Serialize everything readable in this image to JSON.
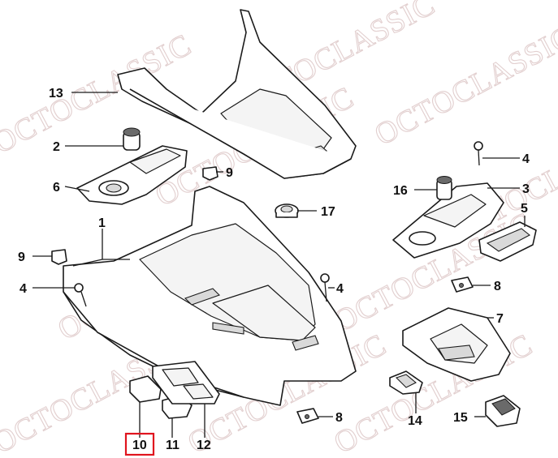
{
  "watermark": {
    "text": "OCTOCLASSIC",
    "color": "#e2cfcf"
  },
  "highlight_color": "#e0141e",
  "callouts": [
    {
      "id": "c13",
      "label": "13"
    },
    {
      "id": "c2",
      "label": "2"
    },
    {
      "id": "c6",
      "label": "6"
    },
    {
      "id": "c9a",
      "label": "9"
    },
    {
      "id": "c1",
      "label": "1"
    },
    {
      "id": "c17",
      "label": "17"
    },
    {
      "id": "c9b",
      "label": "9"
    },
    {
      "id": "c4a",
      "label": "4"
    },
    {
      "id": "c4b",
      "label": "4"
    },
    {
      "id": "c8a",
      "label": "8"
    },
    {
      "id": "c10",
      "label": "10",
      "highlighted": true
    },
    {
      "id": "c11",
      "label": "11"
    },
    {
      "id": "c12",
      "label": "12"
    },
    {
      "id": "c4c",
      "label": "4"
    },
    {
      "id": "c16",
      "label": "16"
    },
    {
      "id": "c3",
      "label": "3"
    },
    {
      "id": "c5",
      "label": "5"
    },
    {
      "id": "c8b",
      "label": "8"
    },
    {
      "id": "c7",
      "label": "7"
    },
    {
      "id": "c14",
      "label": "14"
    },
    {
      "id": "c15",
      "label": "15"
    }
  ]
}
